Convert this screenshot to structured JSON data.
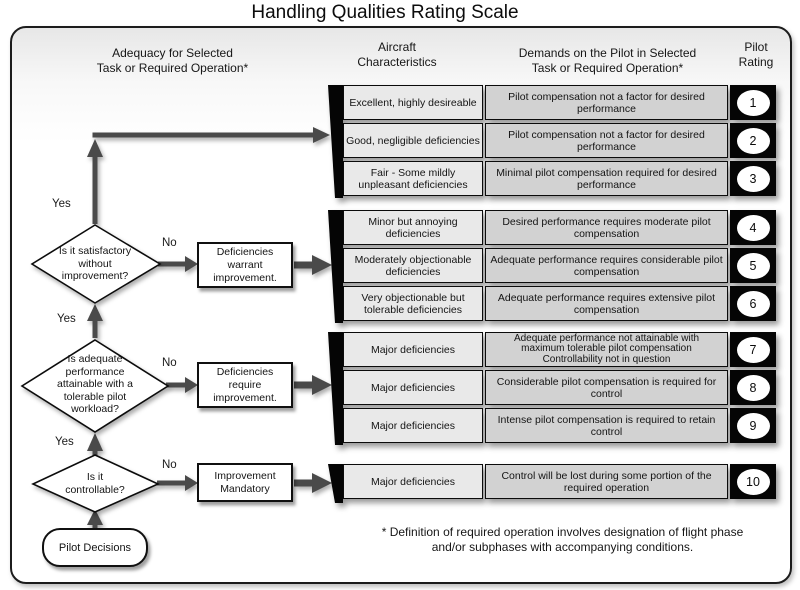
{
  "title": "Handling Qualities Rating Scale",
  "columns": {
    "adequacy": "Adequacy for Selected\nTask or Required  Operation*",
    "aircraft": "Aircraft\nCharacteristics",
    "demands": "Demands on the Pilot in Selected\nTask or Required Operation*",
    "rating": "Pilot\nRating"
  },
  "flow": {
    "decision1": "Is it satisfactory\nwithout\nimprovement?",
    "decision2": "Is adequate\nperformance\nattainable with a\ntolerable pilot\nworkload?",
    "decision3": "Is it\ncontrollable?",
    "box1": "Deficiencies\nwarrant\nimprovement.",
    "box2": "Deficiencies\nrequire\nimprovement.",
    "box3": "Improvement\nMandatory",
    "pilot_decisions": "Pilot Decisions",
    "yes": "Yes",
    "no": "No"
  },
  "groups": [
    {
      "rows": [
        {
          "char": "Excellent, highly desireable",
          "demand": "Pilot compensation not a factor for desired performance",
          "rating": "1"
        },
        {
          "char": "Good, negligible deficiencies",
          "demand": "Pilot compensation not a factor for desired performance",
          "rating": "2"
        },
        {
          "char": "Fair - Some mildly unpleasant deficiencies",
          "demand": "Minimal pilot compensation required for desired performance",
          "rating": "3"
        }
      ]
    },
    {
      "rows": [
        {
          "char": "Minor but annoying deficiencies",
          "demand": "Desired performance requires moderate pilot compensation",
          "rating": "4"
        },
        {
          "char": "Moderately objectionable deficiencies",
          "demand": "Adequate performance requires considerable pilot compensation",
          "rating": "5"
        },
        {
          "char": "Very objectionable but tolerable deficiencies",
          "demand": "Adequate performance requires extensive pilot compensation",
          "rating": "6"
        }
      ]
    },
    {
      "rows": [
        {
          "char": "Major deficiencies",
          "demand": "Adequate performance not attainable with\nmaximum tolerable pilot compensation\nControllability not in question",
          "rating": "7"
        },
        {
          "char": "Major deficiencies",
          "demand": "Considerable pilot compensation is required for control",
          "rating": "8"
        },
        {
          "char": "Major deficiencies",
          "demand": "Intense pilot compensation is required to retain control",
          "rating": "9"
        }
      ]
    },
    {
      "rows": [
        {
          "char": "Major deficiencies",
          "demand": "Control will be lost during some portion of the required operation",
          "rating": "10"
        }
      ]
    }
  ],
  "footnote": "* Definition of required operation involves designation of flight phase\nand/or subphases with accompanying conditions.",
  "colors": {
    "characteristics_cell": "#e9e9e9",
    "demands_cell": "#d2d2d2",
    "group_black": "#050505",
    "arrow": "#4a4a4a"
  }
}
